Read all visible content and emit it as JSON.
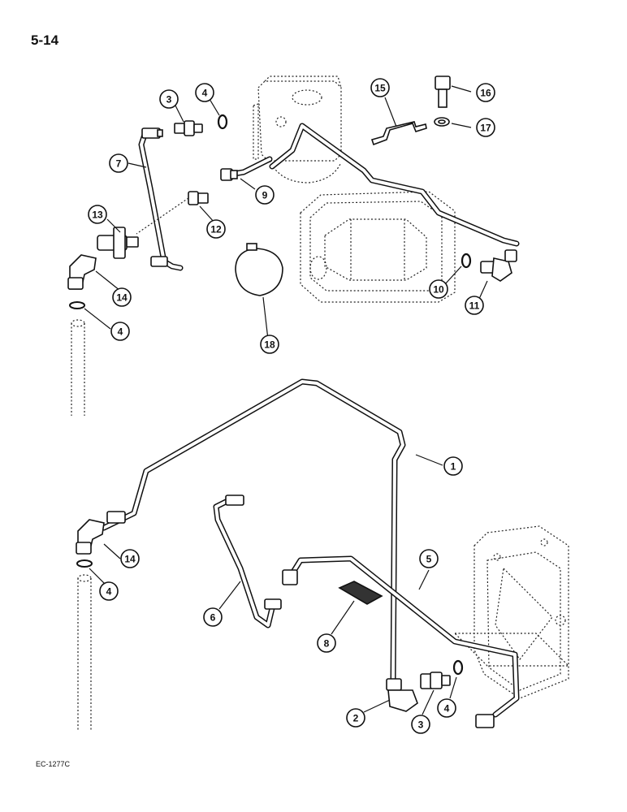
{
  "page_number": "5-14",
  "figure_code": "EC-1277C",
  "callouts": [
    {
      "id": "c3a",
      "label": "3"
    },
    {
      "id": "c4a",
      "label": "4"
    },
    {
      "id": "c15",
      "label": "15"
    },
    {
      "id": "c16",
      "label": "16"
    },
    {
      "id": "c17",
      "label": "17"
    },
    {
      "id": "c7",
      "label": "7"
    },
    {
      "id": "c9",
      "label": "9"
    },
    {
      "id": "c13",
      "label": "13"
    },
    {
      "id": "c12",
      "label": "12"
    },
    {
      "id": "c14a",
      "label": "14"
    },
    {
      "id": "c4b",
      "label": "4"
    },
    {
      "id": "c18",
      "label": "18"
    },
    {
      "id": "c10",
      "label": "10"
    },
    {
      "id": "c11",
      "label": "11"
    },
    {
      "id": "c1",
      "label": "1"
    },
    {
      "id": "c14b",
      "label": "14"
    },
    {
      "id": "c4c",
      "label": "4"
    },
    {
      "id": "c5",
      "label": "5"
    },
    {
      "id": "c6",
      "label": "6"
    },
    {
      "id": "c8",
      "label": "8"
    },
    {
      "id": "c2",
      "label": "2"
    },
    {
      "id": "c3b",
      "label": "3"
    },
    {
      "id": "c4d",
      "label": "4"
    }
  ]
}
